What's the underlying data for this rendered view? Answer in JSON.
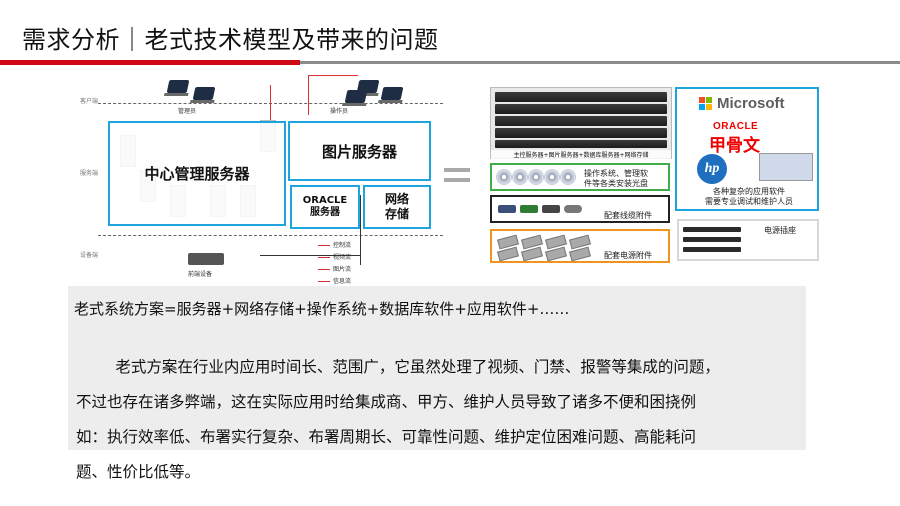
{
  "title": "需求分析｜老式技术模型及带来的问题",
  "colors": {
    "accent_red": "#cf0a14",
    "divider_gray": "#8b8b8b",
    "box_blue": "#1fa5dd",
    "panel_bg": "#ededed"
  },
  "diagram": {
    "zone_labels": {
      "client": "客户端",
      "service": "服务端",
      "device": "设备端"
    },
    "top_left_label": "管理员",
    "top_right_label": "操作员",
    "center_server": "中心管理服务器",
    "image_server": "图片服务器",
    "oracle_server_line1": "ORACLE",
    "oracle_server_line2": "服务器",
    "network_storage_line1": "网络",
    "network_storage_line2": "存储",
    "front_device": "前端设备",
    "legend": [
      "控制流",
      "视频流",
      "图片流",
      "信息流"
    ]
  },
  "equals_icon": "equals-sign",
  "hardware": {
    "rack_caption": "主控服务器+图片服务器+数据库服务器+网络存储",
    "discs_caption_line1": "操作系统、管理软",
    "discs_caption_line2": "件等各类安装光盘",
    "cables_caption": "配套线缆附件",
    "power_caption": "配套电源附件"
  },
  "software": {
    "microsoft": "Microsoft",
    "oracle": "ORACLE",
    "oracle_cn": "甲骨文",
    "hp": "hp",
    "caption_line1": "各种复杂的应用软件",
    "caption_line2": "需要专业调试和维护人员",
    "power_strip": "电源插座"
  },
  "formula": "老式系统方案=服务器+网络存储+操作系统+数据库软件+应用软件+……",
  "paragraph_lines": [
    "        老式方案在行业内应用时间长、范围广，它虽然处理了视频、门禁、报警等集成的问题，",
    "不过也存在诸多弊端，这在实际应用时给集成商、甲方、维护人员导致了诸多不便和困挠例",
    "如：执行效率低、布署实行复杂、布署周期长、可靠性问题、维护定位困难问题、高能耗问",
    "题、性价比低等。"
  ]
}
